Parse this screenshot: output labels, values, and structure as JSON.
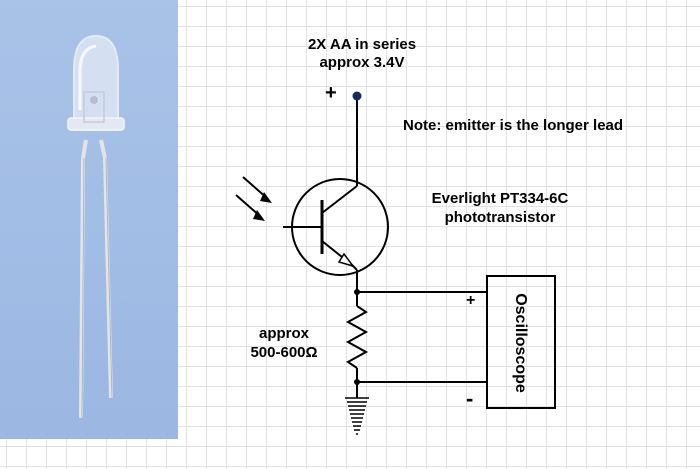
{
  "photo": {
    "subject": "phototransistor photograph"
  },
  "supply": {
    "line1": "2X AA in series",
    "line2": "approx 3.4V",
    "plus": "+"
  },
  "note": "Note: emitter is the longer lead",
  "part": {
    "line1": "Everlight PT334-6C",
    "line2": "phototransistor"
  },
  "resistor": {
    "line1": "approx",
    "line2": "500-600Ω"
  },
  "scope": {
    "label": "Oscilloscope",
    "plus": "+",
    "minus": "-"
  },
  "colors": {
    "photo_bg": "#a2bde6",
    "grid": "#e2e2e2",
    "supply_dot": "#1c2a5a",
    "ink": "#000000"
  }
}
